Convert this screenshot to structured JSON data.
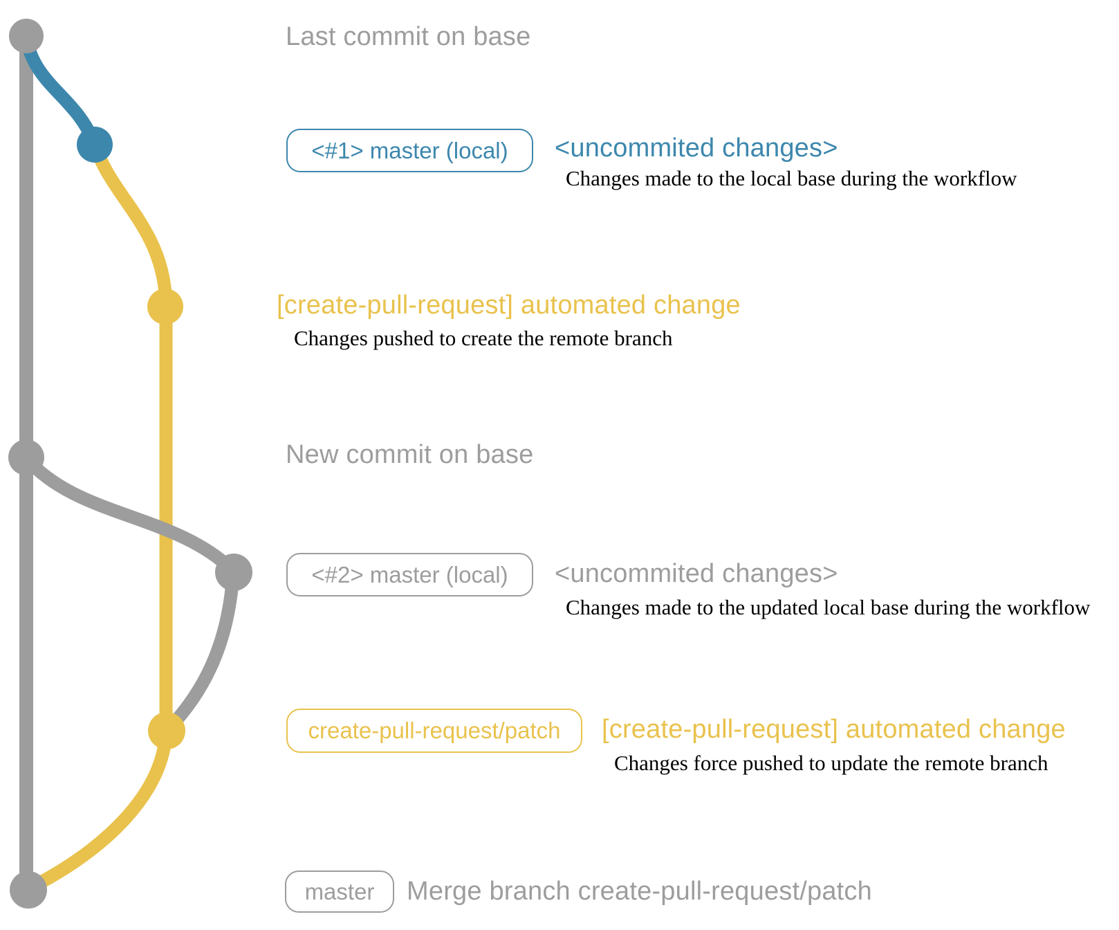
{
  "colors": {
    "base": "#9d9d9d",
    "local": "#3d87ad",
    "patch": "#e9c24d",
    "annotation": "#000000"
  },
  "graph": {
    "type": "git-branch-diagram",
    "branches": [
      {
        "name": "base",
        "color": "#9d9d9d"
      },
      {
        "name": "master (local)",
        "color": "#3d87ad"
      },
      {
        "name": "create-pull-request/patch",
        "color": "#e9c24d"
      }
    ],
    "commits": [
      {
        "branch": "base",
        "message": "Last commit on base"
      },
      {
        "branch": "master (local)",
        "label": "<#1> master (local)",
        "message": "<uncommited changes>"
      },
      {
        "branch": "create-pull-request/patch",
        "message": "[create-pull-request] automated change"
      },
      {
        "branch": "base",
        "message": "New commit on base"
      },
      {
        "branch": "master (local)",
        "label": "<#2> master (local)",
        "message": "<uncommited changes>"
      },
      {
        "branch": "create-pull-request/patch",
        "label": "create-pull-request/patch",
        "message": "[create-pull-request] automated change"
      },
      {
        "branch": "base",
        "label": "master",
        "message": "Merge branch create-pull-request/patch"
      }
    ]
  },
  "labels": {
    "last_commit_on_base": "Last commit on base",
    "badge_master_local_1": "<#1> master (local)",
    "uncommited_changes_1": "<uncommited changes>",
    "desc_local_1": "Changes made to the local base during the workflow",
    "auto_change_1": "[create-pull-request] automated change",
    "desc_push_1": "Changes pushed to create the remote branch",
    "new_commit_on_base": "New commit on base",
    "badge_master_local_2": "<#2> master (local)",
    "uncommited_changes_2": "<uncommited changes>",
    "desc_local_2": "Changes made to the updated local base during the workflow",
    "badge_patch_branch": "create-pull-request/patch",
    "auto_change_2": "[create-pull-request] automated change",
    "desc_push_2": "Changes force pushed to update the remote branch",
    "badge_master": "master",
    "merge_message": "Merge branch create-pull-request/patch"
  }
}
